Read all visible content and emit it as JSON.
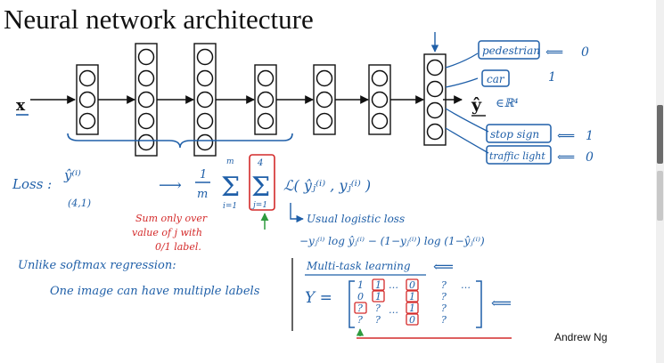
{
  "slide": {
    "title": "Neural network architecture",
    "author": "Andrew Ng"
  },
  "network": {
    "input_label": "x",
    "output_label": "ŷ",
    "output_space": "∈ℝ⁴",
    "layer_node_counts": [
      3,
      5,
      5,
      3,
      3,
      3,
      4
    ]
  },
  "outputs": [
    {
      "label": "pedestrian",
      "value": "0"
    },
    {
      "label": "car",
      "value": "1"
    },
    {
      "label": "stop sign",
      "value": "1"
    },
    {
      "label": "traffic light",
      "value": "0"
    }
  ],
  "loss": {
    "label": "Loss :",
    "yhat_i": "ŷ⁽ⁱ⁾",
    "shape": "(4,1)",
    "arrow": "⟶",
    "frac_num": "1",
    "frac_den": "m",
    "sum_outer_top": "m",
    "sum_outer_bottom": "i=1",
    "sum_inner_top": "4",
    "sum_inner_bottom": "j=1",
    "term": "ℒ( ŷⱼ⁽ⁱ⁾ , yⱼ⁽ⁱ⁾ )",
    "note_red": [
      "Sum only over",
      "value of j with",
      "0/1 label."
    ],
    "usual": "Usual logistic loss",
    "logistic": "−yⱼ⁽ⁱ⁾ log ŷⱼ⁽ⁱ⁾ − (1−yⱼ⁽ⁱ⁾) log (1−ŷⱼ⁽ⁱ⁾)"
  },
  "softmax_note": {
    "line1": "Unlike softmax regression:",
    "line2": "One image can have multiple labels"
  },
  "multitask": {
    "title": "Multi-task learning",
    "title_arrow": "⟸",
    "matrix_label": "Y =",
    "dots": "…",
    "side_arrow": "⟸",
    "rows": [
      [
        "1",
        "1",
        "0",
        "?",
        "…"
      ],
      [
        "0",
        "1",
        "1",
        "?",
        ""
      ],
      [
        "?",
        "?",
        "1",
        "?",
        ""
      ],
      [
        "?",
        "?",
        "0",
        "?",
        ""
      ]
    ]
  }
}
